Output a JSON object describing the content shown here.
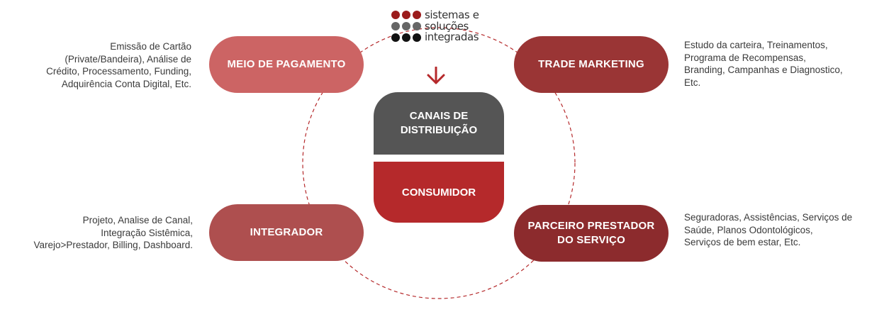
{
  "logo": {
    "lines": [
      "sistemas e",
      "soluções",
      "integradas"
    ],
    "dot_colors": [
      "#9b1b1b",
      "#666666",
      "#111111"
    ]
  },
  "center": {
    "top_lines": [
      "CANAIS DE",
      "DISTRIBUIÇÃO"
    ],
    "bottom": "CONSUMIDOR",
    "top_color": "#555555",
    "bottom_color": "#b5292b"
  },
  "pills": {
    "meio_pagamento": {
      "label": "MEIO DE PAGAMENTO",
      "color": "#cc6464"
    },
    "trade_marketing": {
      "label": "TRADE MARKETING",
      "color": "#9a3535"
    },
    "integrador": {
      "label": "INTEGRADOR",
      "color": "#ae4f4f"
    },
    "parceiro": {
      "lines": [
        "PARCEIRO PRESTADOR",
        "DO SERVIÇO"
      ],
      "color": "#8c2b2d"
    }
  },
  "descriptions": {
    "meio_pagamento": [
      "Emissão de Cartão",
      "(Private/Bandeira), Análise de",
      "Crédito, Processamento, Funding,",
      "Adquirência Conta Digital, Etc."
    ],
    "trade_marketing": [
      "Estudo da carteira, Treinamentos,",
      "Programa de Recompensas,",
      "Branding, Campanhas e Diagnostico,",
      "Etc."
    ],
    "integrador": [
      "Projeto, Analise de Canal,",
      "Integração Sistêmica,",
      "Varejo>Prestador, Billing, Dashboard."
    ],
    "parceiro": [
      "Seguradoras, Assistências, Serviços de",
      "Saúde, Planos Odontológicos,",
      "Serviços de bem estar, Etc."
    ]
  },
  "colors": {
    "ring": "#b5292b",
    "arrow": "#b5292b"
  }
}
